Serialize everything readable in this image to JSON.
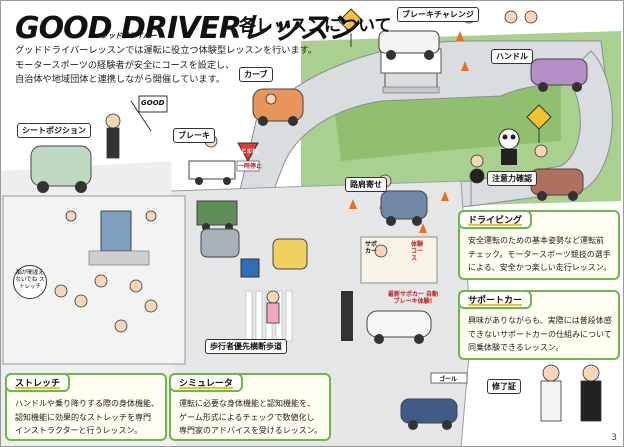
{
  "header": {
    "logo_main": "GOOD DRIVERレッスン",
    "logo_sub": "グッドドライバー",
    "title": "各レッスンについて"
  },
  "intro": {
    "lines": [
      "グッドドライバーレッスンでは運転に役立つ体験型レッスンを行います。",
      "モータースポーツの経験者が安全にコースを設定し、",
      "自治体や地域団体と連携しながら開催しています。"
    ]
  },
  "callouts": {
    "brake_challenge": "ブレーキチャレンジ",
    "handle": "ハンドル",
    "curve": "カーブ",
    "seat_position": "シートポジション",
    "brake": "ブレーキ",
    "attention": "注意力確認",
    "parking": "路肩寄せ",
    "pedestrian": "歩行者優先横断歩道",
    "completion": "修了証",
    "stretch_bubble": "脳が間違えないでね ストレッチ",
    "support_bubble": "最新サポカー 自動ブレーキ体験!",
    "sign_stop": "とまれ",
    "sign_temporary": "一時停止",
    "sign_goal": "ゴール",
    "booth_sign1": "サポカー",
    "booth_sign2": "体験コース",
    "flag_text": "GOOD"
  },
  "panels": {
    "driving": {
      "title": "ドライビング",
      "lines": [
        "安全運転のための基本姿勢など運転前",
        "チェック。モータースポーツ競技の選手",
        "による、安全かつ楽しい走行レッスン。"
      ]
    },
    "support_car": {
      "title": "サポートカー",
      "lines": [
        "興味がありながらも、実際には普段体感",
        "できないサポートカーの仕組みについて",
        "同乗体験できるレッスン。"
      ]
    },
    "stretch": {
      "title": "ストレッチ",
      "lines": [
        "ハンドルや乗り降りする際の身体機能、",
        "認知機能に効果的なストレッチを専門",
        "インストラクターと行うレッスン。"
      ]
    },
    "simulator": {
      "title": "シミュレータ",
      "lines": [
        "運転に必要な身体機能と認知機能を、",
        "ゲーム形式によるチェックで数値化し",
        "専門家のアドバイスを受けるレッスン。"
      ]
    }
  },
  "page_number": "3",
  "colors": {
    "panel_border": "#6fb74a",
    "panel_bg": "#fffef0",
    "road": "#d9dde0",
    "grass": "#a9d08e",
    "accent_yellow": "#f0c030"
  }
}
